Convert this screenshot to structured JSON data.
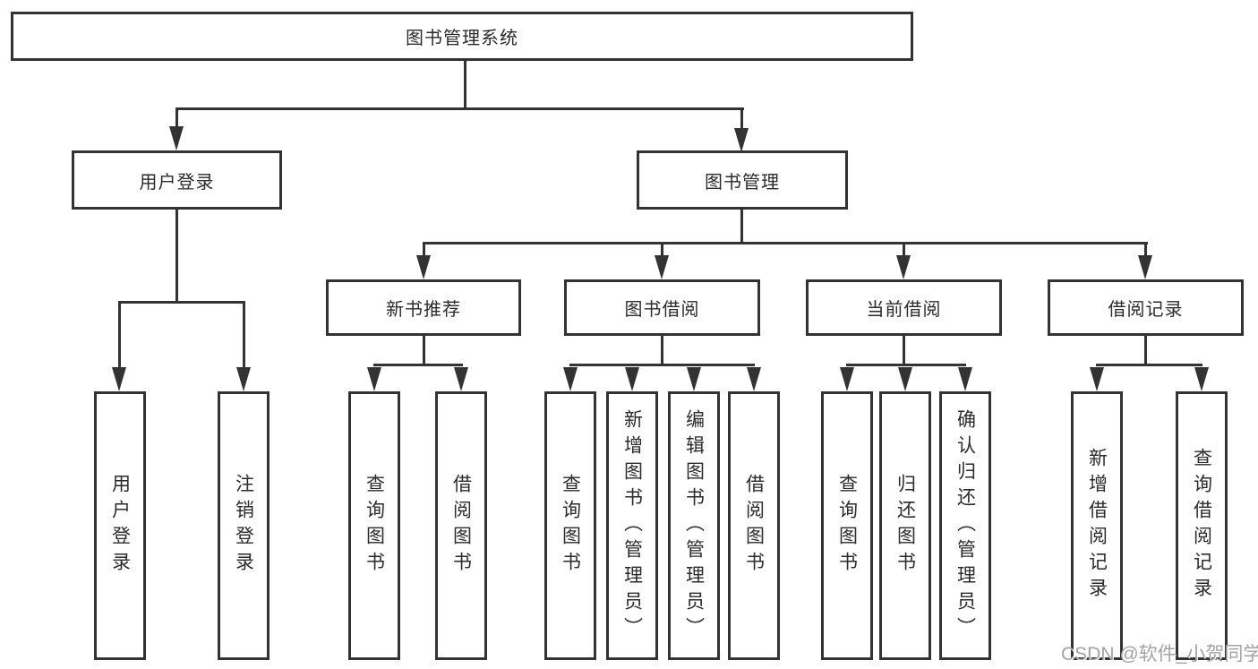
{
  "diagram": {
    "root": {
      "label": "图书管理系统"
    },
    "branches": [
      {
        "label": "用户登录",
        "children": [
          {
            "label": "用户登录"
          },
          {
            "label": "注销登录"
          }
        ]
      },
      {
        "label": "图书管理",
        "groups": [
          {
            "label": "新书推荐",
            "children": [
              {
                "label": "查询图书"
              },
              {
                "label": "借阅图书"
              }
            ]
          },
          {
            "label": "图书借阅",
            "children": [
              {
                "label": "查询图书"
              },
              {
                "label": "新增图书（管理员）"
              },
              {
                "label": "编辑图书（管理员）"
              },
              {
                "label": "借阅图书"
              }
            ]
          },
          {
            "label": "当前借阅",
            "children": [
              {
                "label": "查询图书"
              },
              {
                "label": "归还图书"
              },
              {
                "label": "确认归还（管理员）"
              }
            ]
          },
          {
            "label": "借阅记录",
            "children": [
              {
                "label": "新增借阅记录"
              },
              {
                "label": "查询借阅记录"
              }
            ]
          }
        ]
      }
    ]
  },
  "watermark": {
    "text": "CSDN @软件_小贺同学"
  },
  "colors": {
    "line": "#333333",
    "text": "#2b2b2b",
    "background": "#ffffff",
    "watermark": "#a3a3a3"
  }
}
